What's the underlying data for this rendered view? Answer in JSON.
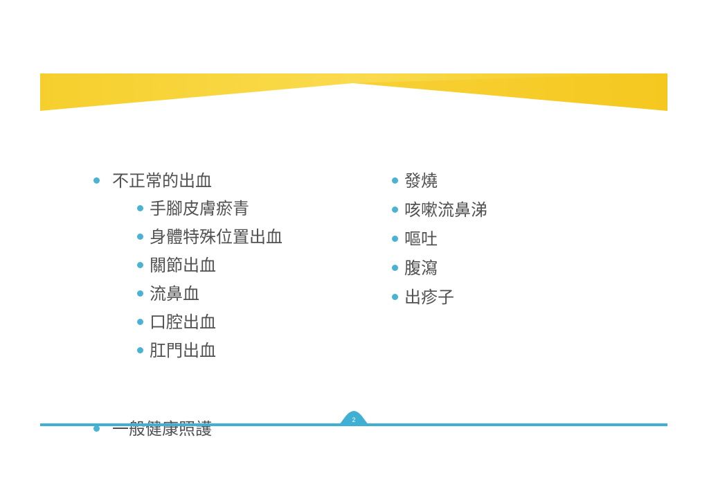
{
  "colors": {
    "banner_yellow": "#f7d23a",
    "banner_yellow_dark": "#f3c61e",
    "accent_blue": "#4ab3d4",
    "text": "#505050"
  },
  "left_column": {
    "main": "不正常的出血",
    "sub_items": [
      "手腳皮膚瘀青",
      "身體特殊位置出血",
      "關節出血",
      "流鼻血",
      "口腔出血",
      "肛門出血"
    ]
  },
  "right_column": {
    "items": [
      "發燒",
      "咳嗽流鼻涕",
      "嘔吐",
      "腹瀉",
      "出疹子"
    ]
  },
  "bottom_item": "一般健康照護",
  "page_number": "2"
}
